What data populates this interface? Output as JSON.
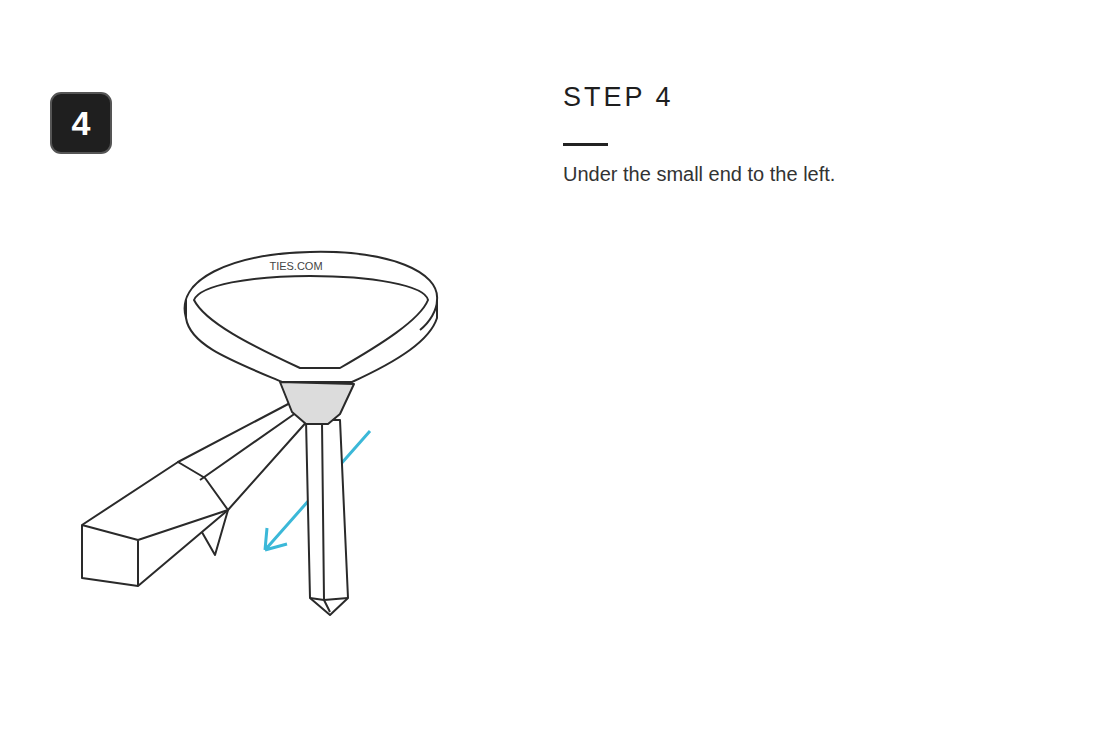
{
  "diagram": {
    "title": "STEP 4",
    "caption": "Under the small end to the left.",
    "nodes": [
      {
        "text": [
          "4"
        ]
      }
    ],
    "labels": [
      "TIES.COM"
    ]
  }
}
